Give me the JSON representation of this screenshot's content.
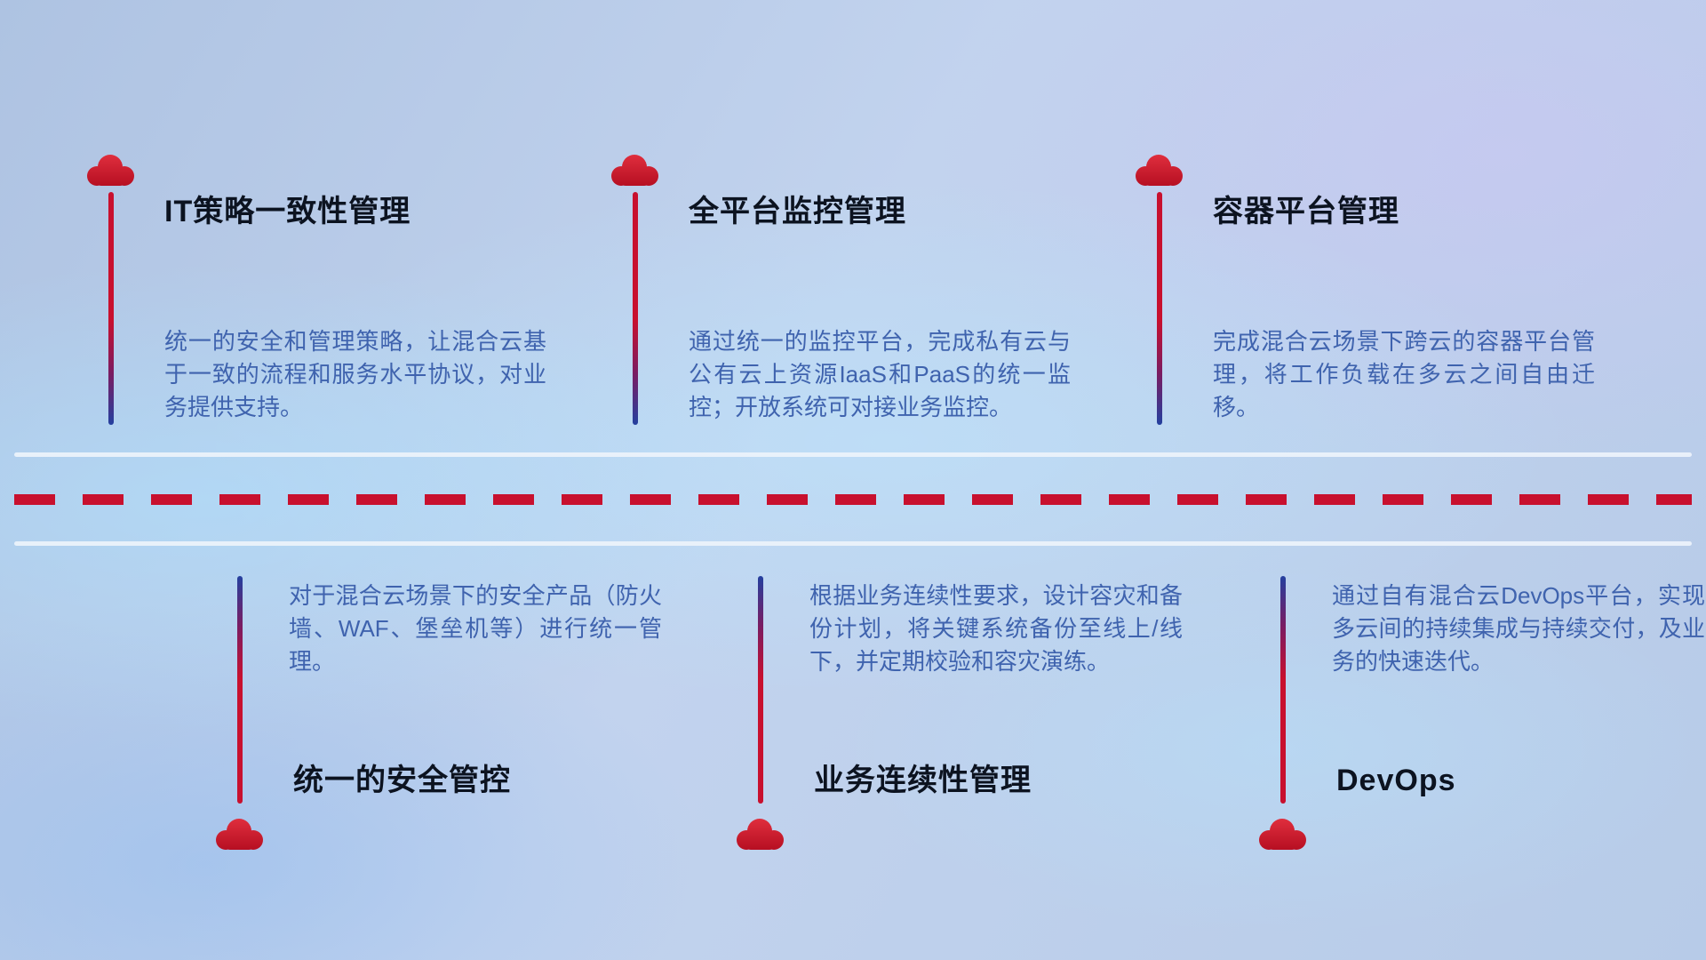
{
  "colors": {
    "cloud_red": "#d31a2b",
    "stem_red": "#c8102e",
    "stem_blue": "#24409f",
    "dash_red": "#c8102e",
    "divider_white": "#edf3fb",
    "title_text": "#0c1320",
    "description_text": "#3f63ae"
  },
  "top_items": [
    {
      "title": "IT策略一致性管理",
      "description": "统一的安全和管理策略，让混合云基于一致的流程和服务水平协议，对业务提供支持。"
    },
    {
      "title": "全平台监控管理",
      "description": "通过统一的监控平台，完成私有云与公有云上资源IaaS和PaaS的统一监控；开放系统可对接业务监控。"
    },
    {
      "title": "容器平台管理",
      "description": "完成混合云场景下跨云的容器平台管理，将工作负载在多云之间自由迁移。"
    }
  ],
  "bottom_items": [
    {
      "title": "统一的安全管控",
      "description": "对于混合云场景下的安全产品（防火墙、WAF、堡垒机等）进行统一管理。"
    },
    {
      "title": "业务连续性管理",
      "description": "根据业务连续性要求，设计容灾和备份计划，将关键系统备份至线上/线下，并定期校验和容灾演练。"
    },
    {
      "title": "DevOps",
      "description": "通过自有混合云DevOps平台，实现多云间的持续集成与持续交付，及业务的快速迭代。"
    }
  ]
}
